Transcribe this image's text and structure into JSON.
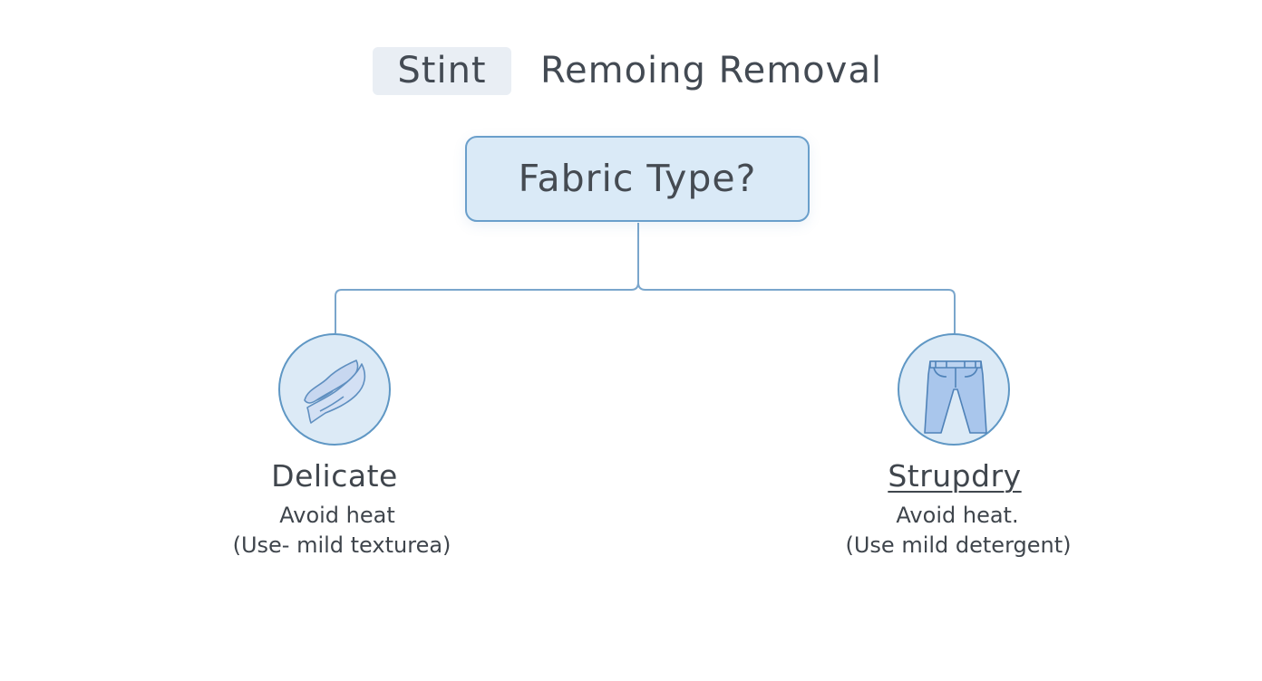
{
  "title": {
    "tag": "Stint",
    "main": "Remoing Removal"
  },
  "root": {
    "label": "Fabric Type?"
  },
  "branches": [
    {
      "icon": "scarf-icon",
      "label": "Delicate",
      "line1": "Avoid heat",
      "line2": "(Use- mild texturea)"
    },
    {
      "icon": "jeans-icon",
      "label": "Strupdry",
      "line1": "Avoid heat.",
      "line2": "(Use mild detergent)"
    }
  ],
  "colors": {
    "node_fill": "#daeaf7",
    "node_border": "#6a9fcb",
    "connector": "#7aa6cc",
    "text": "#434a53",
    "title_tag_bg": "#e9eef4"
  }
}
